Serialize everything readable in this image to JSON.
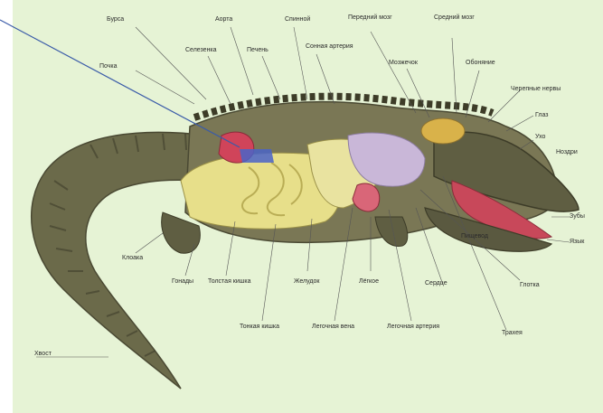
{
  "labels": {
    "bursa": "Бурса",
    "aorta": "Аорта",
    "spinal_cord": "Спинной",
    "forebrain": "Передний мозг",
    "midbrain": "Средний мозг",
    "liver": "Печень",
    "spleen": "Селезенка",
    "kidney": "Почка",
    "heart_artery": "Сонная артерия",
    "cerebellum": "Мозжечок",
    "olfactory": "Обоняние",
    "nerves": "Черепные нервы",
    "eye": "Глаз",
    "ear": "Ухо",
    "nostril": "Ноздри",
    "teeth": "Зубы",
    "jaw": "Язык",
    "cloaca": "Клоака",
    "testis": "Гонады",
    "colon": "Толстая кишка",
    "small_intestine": "Тонкая кишка",
    "stomach": "Желудок",
    "lungs": "Лёгкое",
    "heart": "Сердце",
    "pulmonary_vein": "Легочная вена",
    "pulmonary_artery": "Легочная артерия",
    "trachea": "Трахея",
    "pharynx": "Глотка",
    "gullet": "Пищевод",
    "tail": "Хвост"
  },
  "colors": {
    "panel_bg": "#e6f3d5",
    "pointer_line": "#3a5ba8",
    "skin": "#6b6a4a",
    "scutes": "#4d4c33",
    "organs_yellow": "#e7df8a",
    "lung_purple": "#c9b7d8",
    "heart_red": "#d0445a",
    "brain_yellow": "#d9b24a",
    "mouth_red": "#c8485a"
  }
}
